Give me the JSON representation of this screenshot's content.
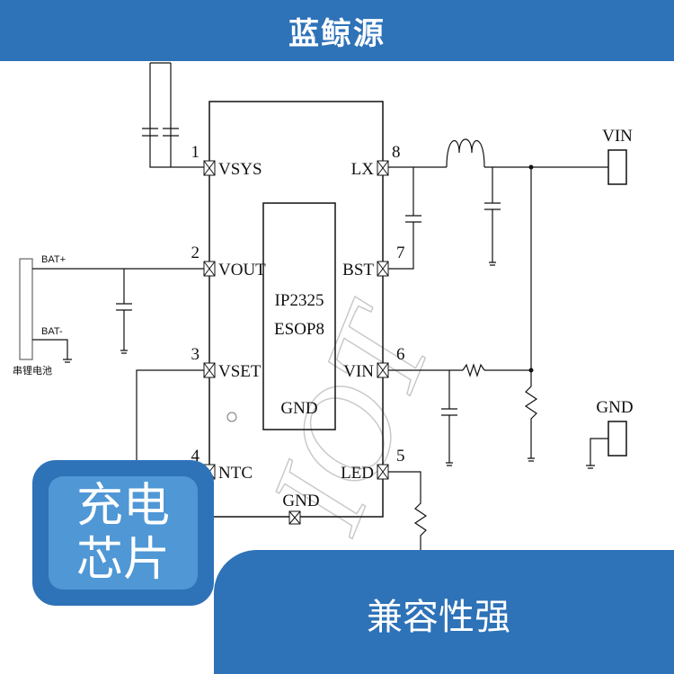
{
  "header": {
    "title": "蓝鲸源"
  },
  "chip": {
    "part_number": "IP2325",
    "package": "ESOP8",
    "center_gnd": "GND",
    "bottom_gnd": "GND"
  },
  "pins": [
    {
      "num": "1",
      "name": "VSYS"
    },
    {
      "num": "2",
      "name": "VOUT"
    },
    {
      "num": "3",
      "name": "VSET"
    },
    {
      "num": "4",
      "name": "NTC"
    },
    {
      "num": "8",
      "name": "LX"
    },
    {
      "num": "7",
      "name": "BST"
    },
    {
      "num": "6",
      "name": "VIN"
    },
    {
      "num": "5",
      "name": "LED"
    }
  ],
  "connectors": {
    "vin": "VIN",
    "gnd": "GND"
  },
  "battery": {
    "plus": "BAT+",
    "minus": "BAT-",
    "label": "串锂电池"
  },
  "badge": {
    "text": "充电芯片"
  },
  "footer": {
    "text": "兼容性强"
  }
}
